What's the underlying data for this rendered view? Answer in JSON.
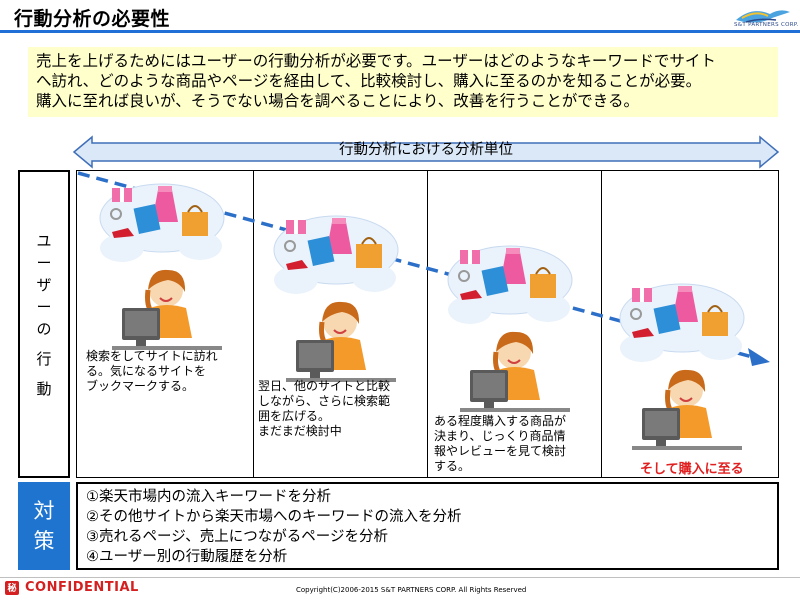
{
  "header": {
    "title": "行動分析の必要性",
    "logo_text": "S&T PARTNERS CORP."
  },
  "intro": {
    "lines": [
      "売上を上げるためにはユーザーの行動分析が必要です。ユーザーはどのようなキーワードでサイト",
      "へ訪れ、どのような商品やページを経由して、比較検討し、購入に至るのかを知ることが必要。",
      "購入に至れば良いが、そうでない場合を調べることにより、改善を行うことができる。"
    ]
  },
  "arrow_label": "行動分析における分析単位",
  "side_label": {
    "chars_top": [
      "ユ",
      "ー",
      "ザ",
      "ー",
      "の"
    ],
    "chars_bottom": [
      "行",
      "動"
    ]
  },
  "stages": [
    {
      "text": "検索をしてサイトに訪れ\nる。気になるサイトを\nブックマークする。"
    },
    {
      "text": "翌日、他のサイトと比較\nしながら、さらに検索範\n囲を広げる。\nまだまだ検討中"
    },
    {
      "text": "ある程度購入する商品が\n決まり、じっくり商品情\n報やレビューを見て検討\nする。"
    },
    {
      "text": "そして購入に至る"
    }
  ],
  "measures": {
    "head": [
      "対",
      "策"
    ],
    "items": [
      "①楽天市場内の流入キーワードを分析",
      "②その他サイトから楽天市場へのキーワードの流入を分析",
      "③売れるページ、売上につながるページを分析",
      "④ユーザー別の行動履歴を分析"
    ]
  },
  "footer": {
    "confidential": "CONFIDENTIAL",
    "copyright": "Copyright(C)2006-2015 S&T PARTNERS CORP. All Rights Reserved"
  },
  "colors": {
    "accent_blue": "#1f74d0",
    "intro_bg": "#ffffcc",
    "arrow_fill": "#dbe8f8",
    "final_red": "#e02020"
  }
}
